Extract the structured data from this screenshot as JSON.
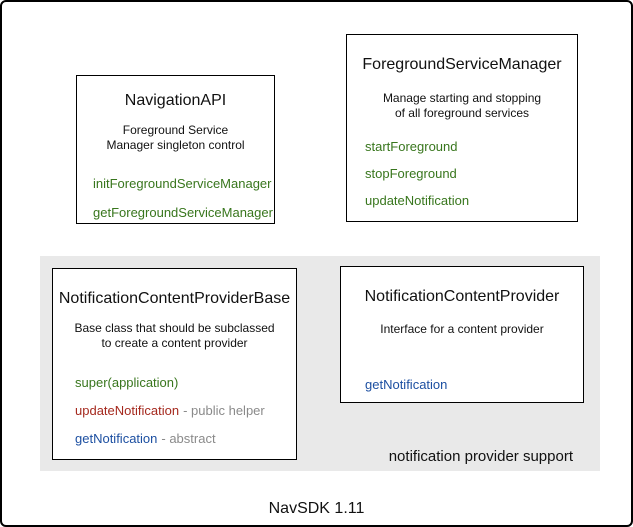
{
  "diagram": {
    "caption": "NavSDK 1.11",
    "group_label": "notification provider support"
  },
  "colors": {
    "method_green": "#38761d",
    "method_red": "#a5291e",
    "method_blue": "#1c4fa1",
    "annotation_gray": "#8a8a8a",
    "group_background": "#e9e9e9",
    "box_background": "#ffffff",
    "border_black": "#000000",
    "text_black": "#111111",
    "page_background": "#ffffff"
  },
  "boxes": [
    {
      "id": "navigation-api",
      "title": "NavigationAPI",
      "description_lines": [
        "Foreground Service",
        "Manager singleton control"
      ],
      "methods": [
        {
          "name": "initForegroundServiceManager",
          "color": "green",
          "annotation": ""
        },
        {
          "name": "getForegroundServiceManager",
          "color": "green",
          "annotation": ""
        }
      ]
    },
    {
      "id": "foreground-service-manager",
      "title": "ForegroundServiceManager",
      "description_lines": [
        "Manage starting and stopping",
        "of all foreground services"
      ],
      "methods": [
        {
          "name": "startForeground",
          "color": "green",
          "annotation": ""
        },
        {
          "name": "stopForeground",
          "color": "green",
          "annotation": ""
        },
        {
          "name": "updateNotification",
          "color": "green",
          "annotation": ""
        }
      ]
    },
    {
      "id": "notification-content-provider-base",
      "title": "NotificationContentProviderBase",
      "description_lines": [
        "Base class that should be subclassed",
        "to create a content provider"
      ],
      "methods": [
        {
          "name": "super(application)",
          "color": "green",
          "annotation": ""
        },
        {
          "name": "updateNotification",
          "color": "red",
          "annotation": "- public helper"
        },
        {
          "name": "getNotification",
          "color": "blue",
          "annotation": "- abstract"
        }
      ]
    },
    {
      "id": "notification-content-provider",
      "title": "NotificationContentProvider",
      "description_lines": [
        "Interface for a content provider"
      ],
      "methods": [
        {
          "name": "getNotification",
          "color": "blue",
          "annotation": ""
        }
      ]
    }
  ]
}
